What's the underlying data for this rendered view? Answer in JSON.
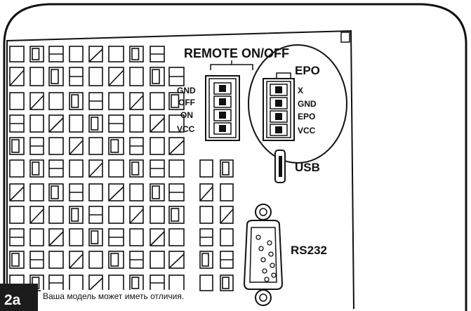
{
  "figure": {
    "header": "REMOTE ON/OFF",
    "remote_pins": [
      "GND",
      "OFF",
      "ON",
      "VCC"
    ],
    "epo": {
      "title": "EPO",
      "pins": [
        "X",
        "GND",
        "EPO",
        "VCC"
      ]
    },
    "usb_label": "USB",
    "serial_label": "RS232",
    "figure_number": "2a",
    "caption": "Ваша модель может иметь отличия."
  }
}
